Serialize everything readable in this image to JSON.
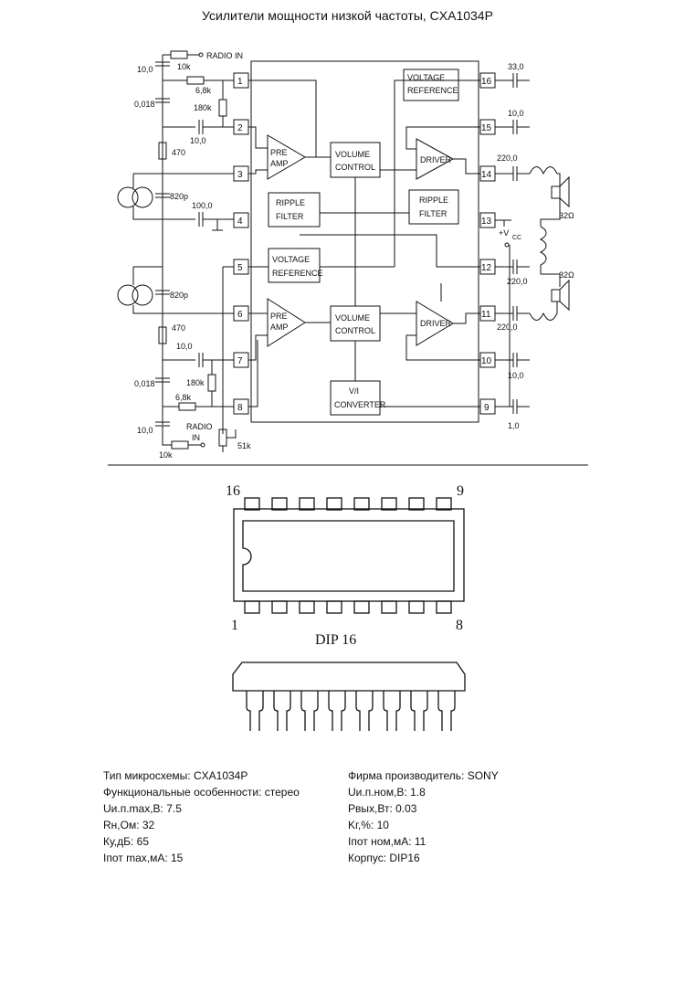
{
  "title": "Усилители мощности низкой частоты, CXA1034P",
  "ic_blocks": {
    "voltage_reference": [
      "VOLTAGE",
      "REFERENCE"
    ],
    "preamp": [
      "PRE",
      "AMP"
    ],
    "volume_control": [
      "VOLUME",
      "CONTROL"
    ],
    "driver": "DRIVER",
    "ripple_filter": [
      "RIPPLE",
      "FILTER"
    ],
    "vi_converter": [
      "V/I",
      "CONVERTER"
    ]
  },
  "pins": [
    "1",
    "2",
    "3",
    "4",
    "5",
    "6",
    "7",
    "8",
    "9",
    "10",
    "11",
    "12",
    "13",
    "14",
    "15",
    "16"
  ],
  "components": {
    "c_10_top": "10,0",
    "r_10k_top": "10k",
    "radio_in": [
      "RADIO",
      "IN"
    ],
    "radio_in_top": "RADIO IN",
    "r_6k8": "6,8k",
    "r_180k": "180k",
    "c_0018": "0,018",
    "c_10_pin2": "10,0",
    "r_470": "470",
    "c_820p": "820p",
    "c_100": "100,0",
    "c_33": "33,0",
    "c_10_p15": "10,0",
    "c_220": "220,0",
    "ohm_32": "32Ω",
    "vcc": "+V",
    "vcc_sub": "CC",
    "c_10_p10": "10,0",
    "c_1_0": "1,0",
    "r_51k": "51k"
  },
  "package": {
    "pin16": "16",
    "pin9": "9",
    "pin1": "1",
    "pin8": "8",
    "name": "DIP 16"
  },
  "specs_left": [
    "Тип микросхемы: CXA1034P",
    "Функциональные особенности:  стерео",
    "Uи.п.max,В: 7.5",
    "Rн,Ом: 32",
    "Ку,дБ: 65",
    "Iпот max,мА: 15"
  ],
  "specs_right": [
    "Фирма производитель: SONY",
    "Uи.п.ном,В: 1.8",
    "Pвых,Вт: 0.03",
    "Kг,%: 10",
    "Iпот ном,мА: 11",
    "Корпус: DIP16"
  ]
}
